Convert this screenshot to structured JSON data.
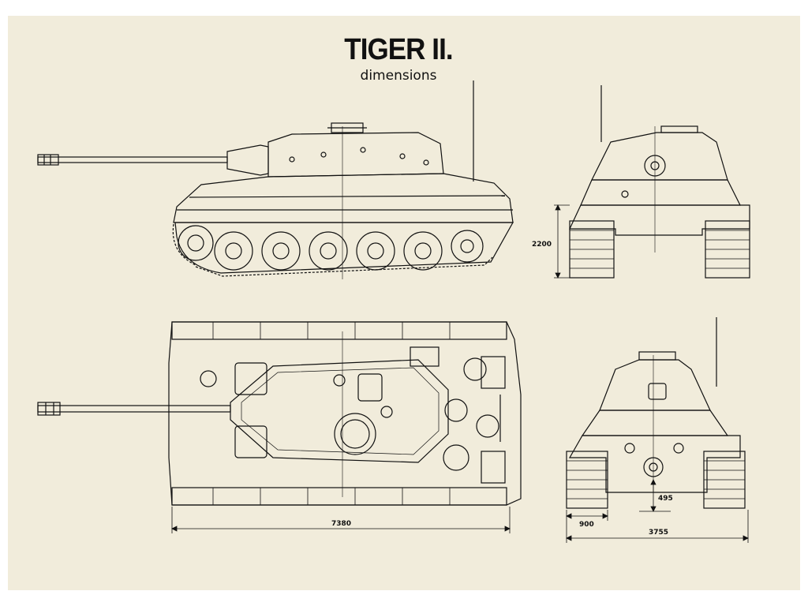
{
  "title": "TIGER II.",
  "subtitle": "dimensions",
  "dimensions": {
    "height": "2200",
    "length": "7380",
    "ground_clearance": "495",
    "track_width": "900",
    "overall_width": "3755"
  },
  "colors": {
    "paper": "#f1ecdb",
    "ink": "#111111"
  }
}
